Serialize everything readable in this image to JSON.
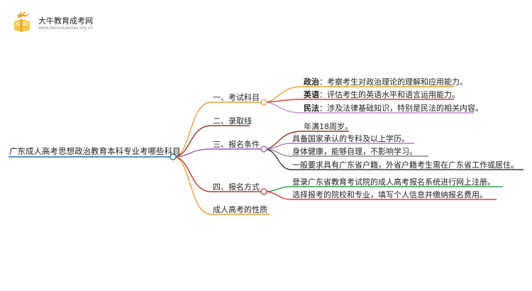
{
  "logo": {
    "site_name": "大牛教育成考网",
    "url": "www.daniuxuexiao.org.cn",
    "colors": {
      "flame": "#f2a235",
      "book": "#f6c344"
    }
  },
  "root": {
    "label": "广东成人高考思想政治教育本科专业考哪些科目",
    "line_color": "#1f6fb5"
  },
  "branches": [
    {
      "label": "一、考试科目",
      "color": "#f39c3c",
      "children": [
        {
          "bold": "政治",
          "sep": "：",
          "text": "考察考生对政治理论的理解和应用能力。",
          "color": "#f0a030"
        },
        {
          "bold": "英语",
          "sep": "：",
          "text": "评估考生的英语水平和语言运用能力。",
          "color": "#d6403a"
        },
        {
          "bold": "民法",
          "sep": "：",
          "text": "涉及法律基础知识，特别是民法的相关内容。",
          "color": "#c48ad0"
        }
      ]
    },
    {
      "label": "二、录取线",
      "color": "#8b3a2a",
      "children": []
    },
    {
      "label": "三、报名条件",
      "color": "#9b59b6",
      "children": [
        {
          "text": "年满18周岁。",
          "color": "#8b3a2a"
        },
        {
          "text": "具备国家承认的专科及以上学历。",
          "color": "#b07cc6"
        },
        {
          "text": "身体健康，能够自理，不影响学习。",
          "color": "#888888"
        },
        {
          "text": "一般要求具有广东省户籍，外省户籍考生需在广东省工作或居住。",
          "color": "#2c3e50"
        }
      ]
    },
    {
      "label": "四、报名方式",
      "color": "#c0392b",
      "children": [
        {
          "text": "登录广东省教育考试院的成人高考报名系统进行网上注册。",
          "color": "#2e9e4f"
        },
        {
          "text": "选择报考的院校和专业，填写个人信息并缴纳报名费用。",
          "color": "#d6403a"
        }
      ]
    },
    {
      "label": "成人高考的性质",
      "color": "#f39c3c",
      "children": []
    }
  ]
}
